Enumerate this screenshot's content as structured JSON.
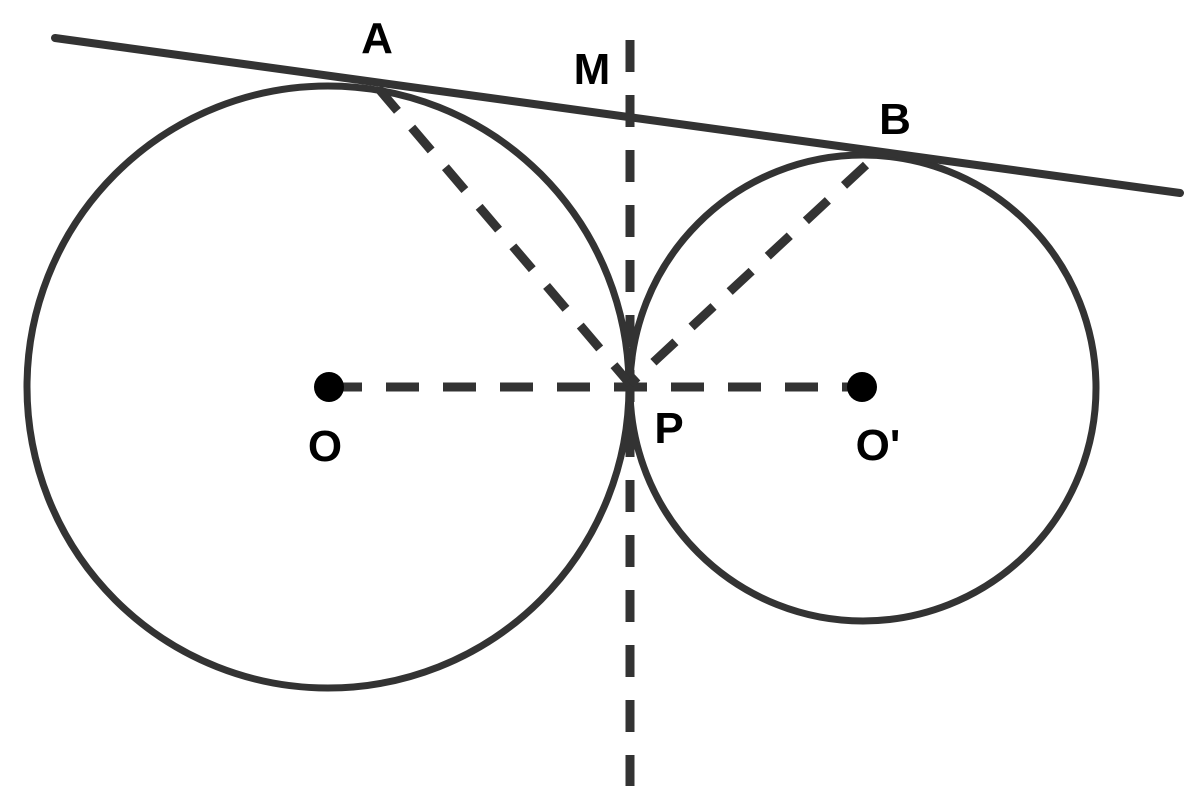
{
  "diagram": {
    "labels": {
      "a": "A",
      "m": "M",
      "b": "B",
      "p": "P",
      "o": "O",
      "o_prime": "O'"
    },
    "colors": {
      "line": "#333333",
      "dot": "#000000",
      "text": "#000000",
      "background": "#ffffff"
    }
  }
}
